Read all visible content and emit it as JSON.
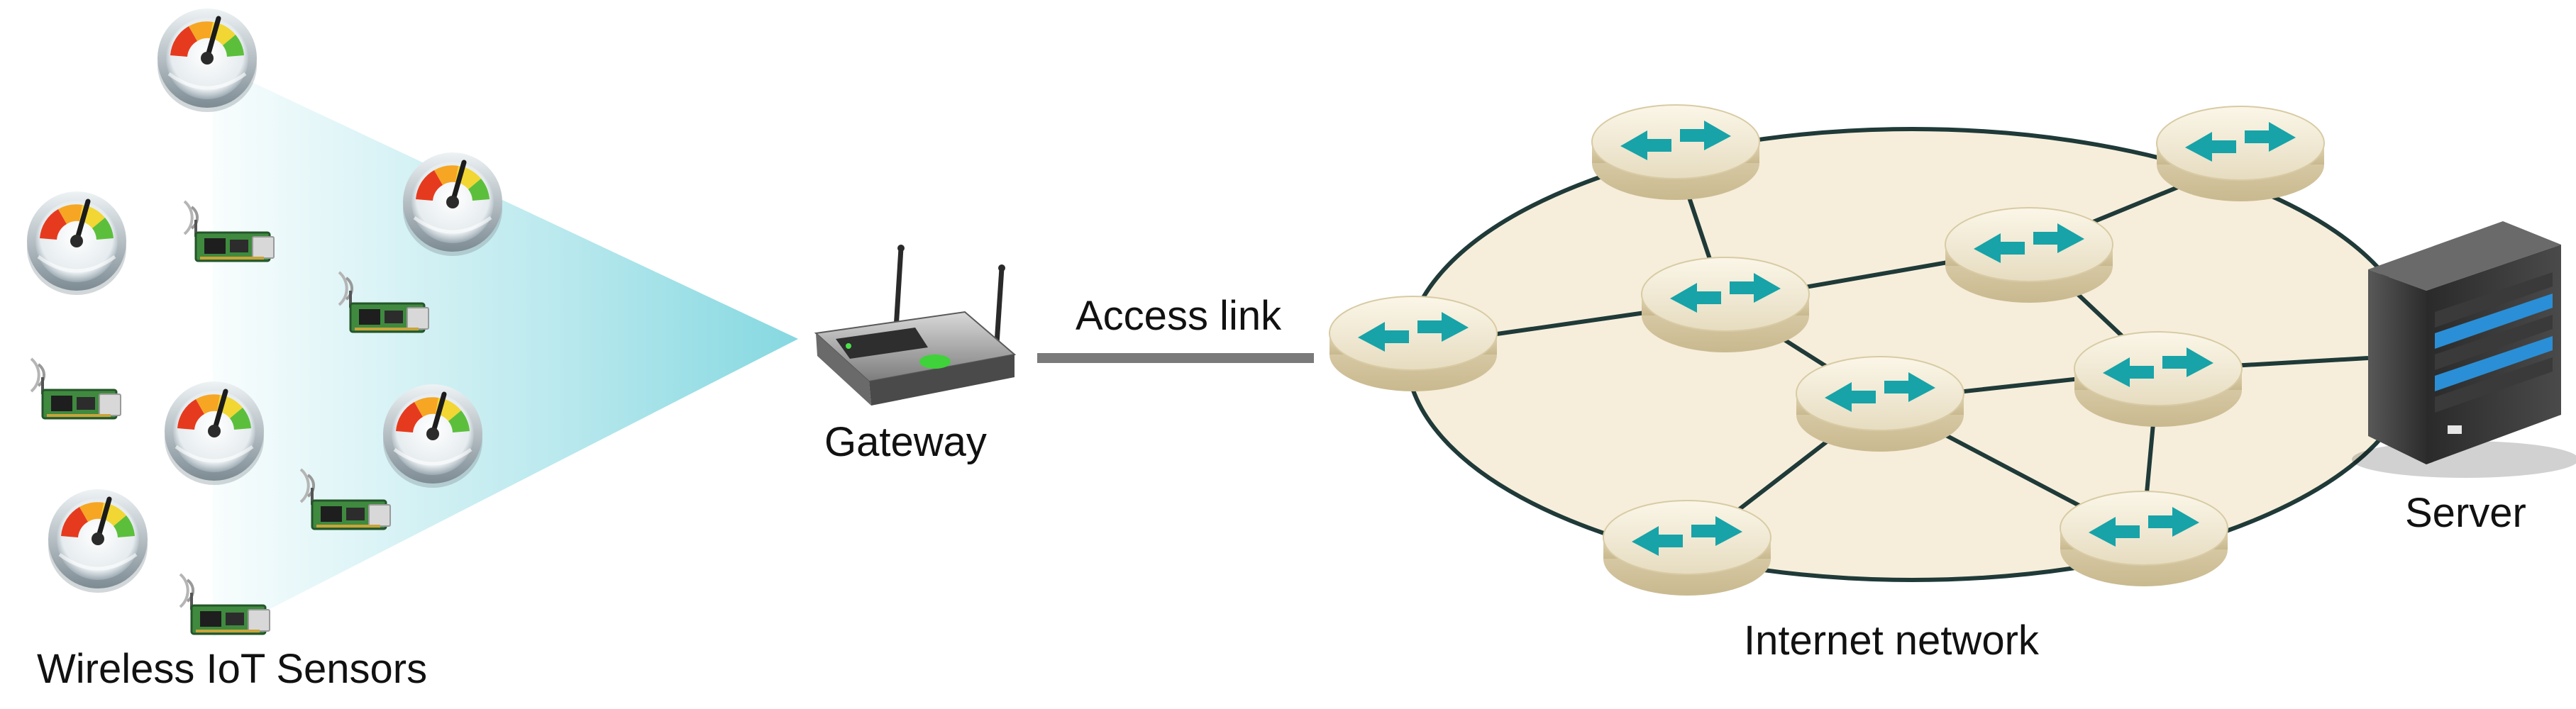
{
  "labels": {
    "sensors": "Wireless IoT Sensors",
    "gateway": "Gateway",
    "access_link": "Access link",
    "internet": "Internet network",
    "server": "Server"
  },
  "icons": {
    "gauge": "gauge-sensor-icon",
    "board": "wireless-sensor-board-icon",
    "router": "router-icon",
    "gateway": "wifi-router-icon",
    "server": "server-tower-icon"
  },
  "colors": {
    "beam": "#7fd6df",
    "network_fill": "#f6eedb",
    "network_edge": "#1f3a38",
    "arrow": "#17a3a8",
    "router_body": "#f3ecd6",
    "link": "#7a7a7a",
    "pcb": "#3f8a3f"
  }
}
